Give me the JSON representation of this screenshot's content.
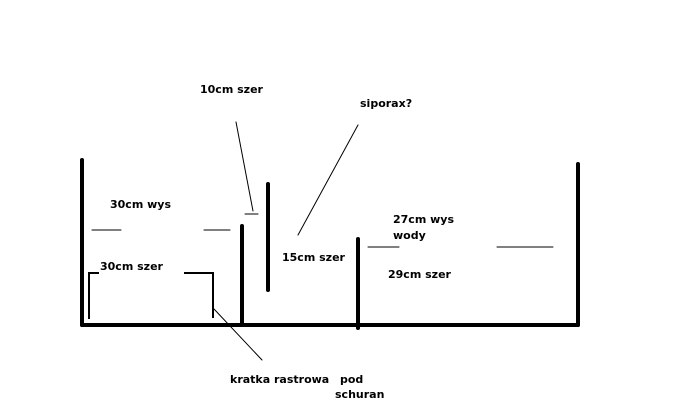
{
  "labels": {
    "baffle_gap": "10cm szer",
    "siporax": "siporax?",
    "section1_height": "30cm wys",
    "section1_width": "30cm szer",
    "section2_width": "15cm szer",
    "water_height_line1": "27cm wys",
    "water_height_line2": "wody",
    "section3_width": "29cm szer",
    "grate_line1": "kratka rastrowa",
    "grate_line2": "pod",
    "grate_line3": "schuran"
  },
  "colors": {
    "ink": "#000000",
    "background": "#ffffff"
  }
}
